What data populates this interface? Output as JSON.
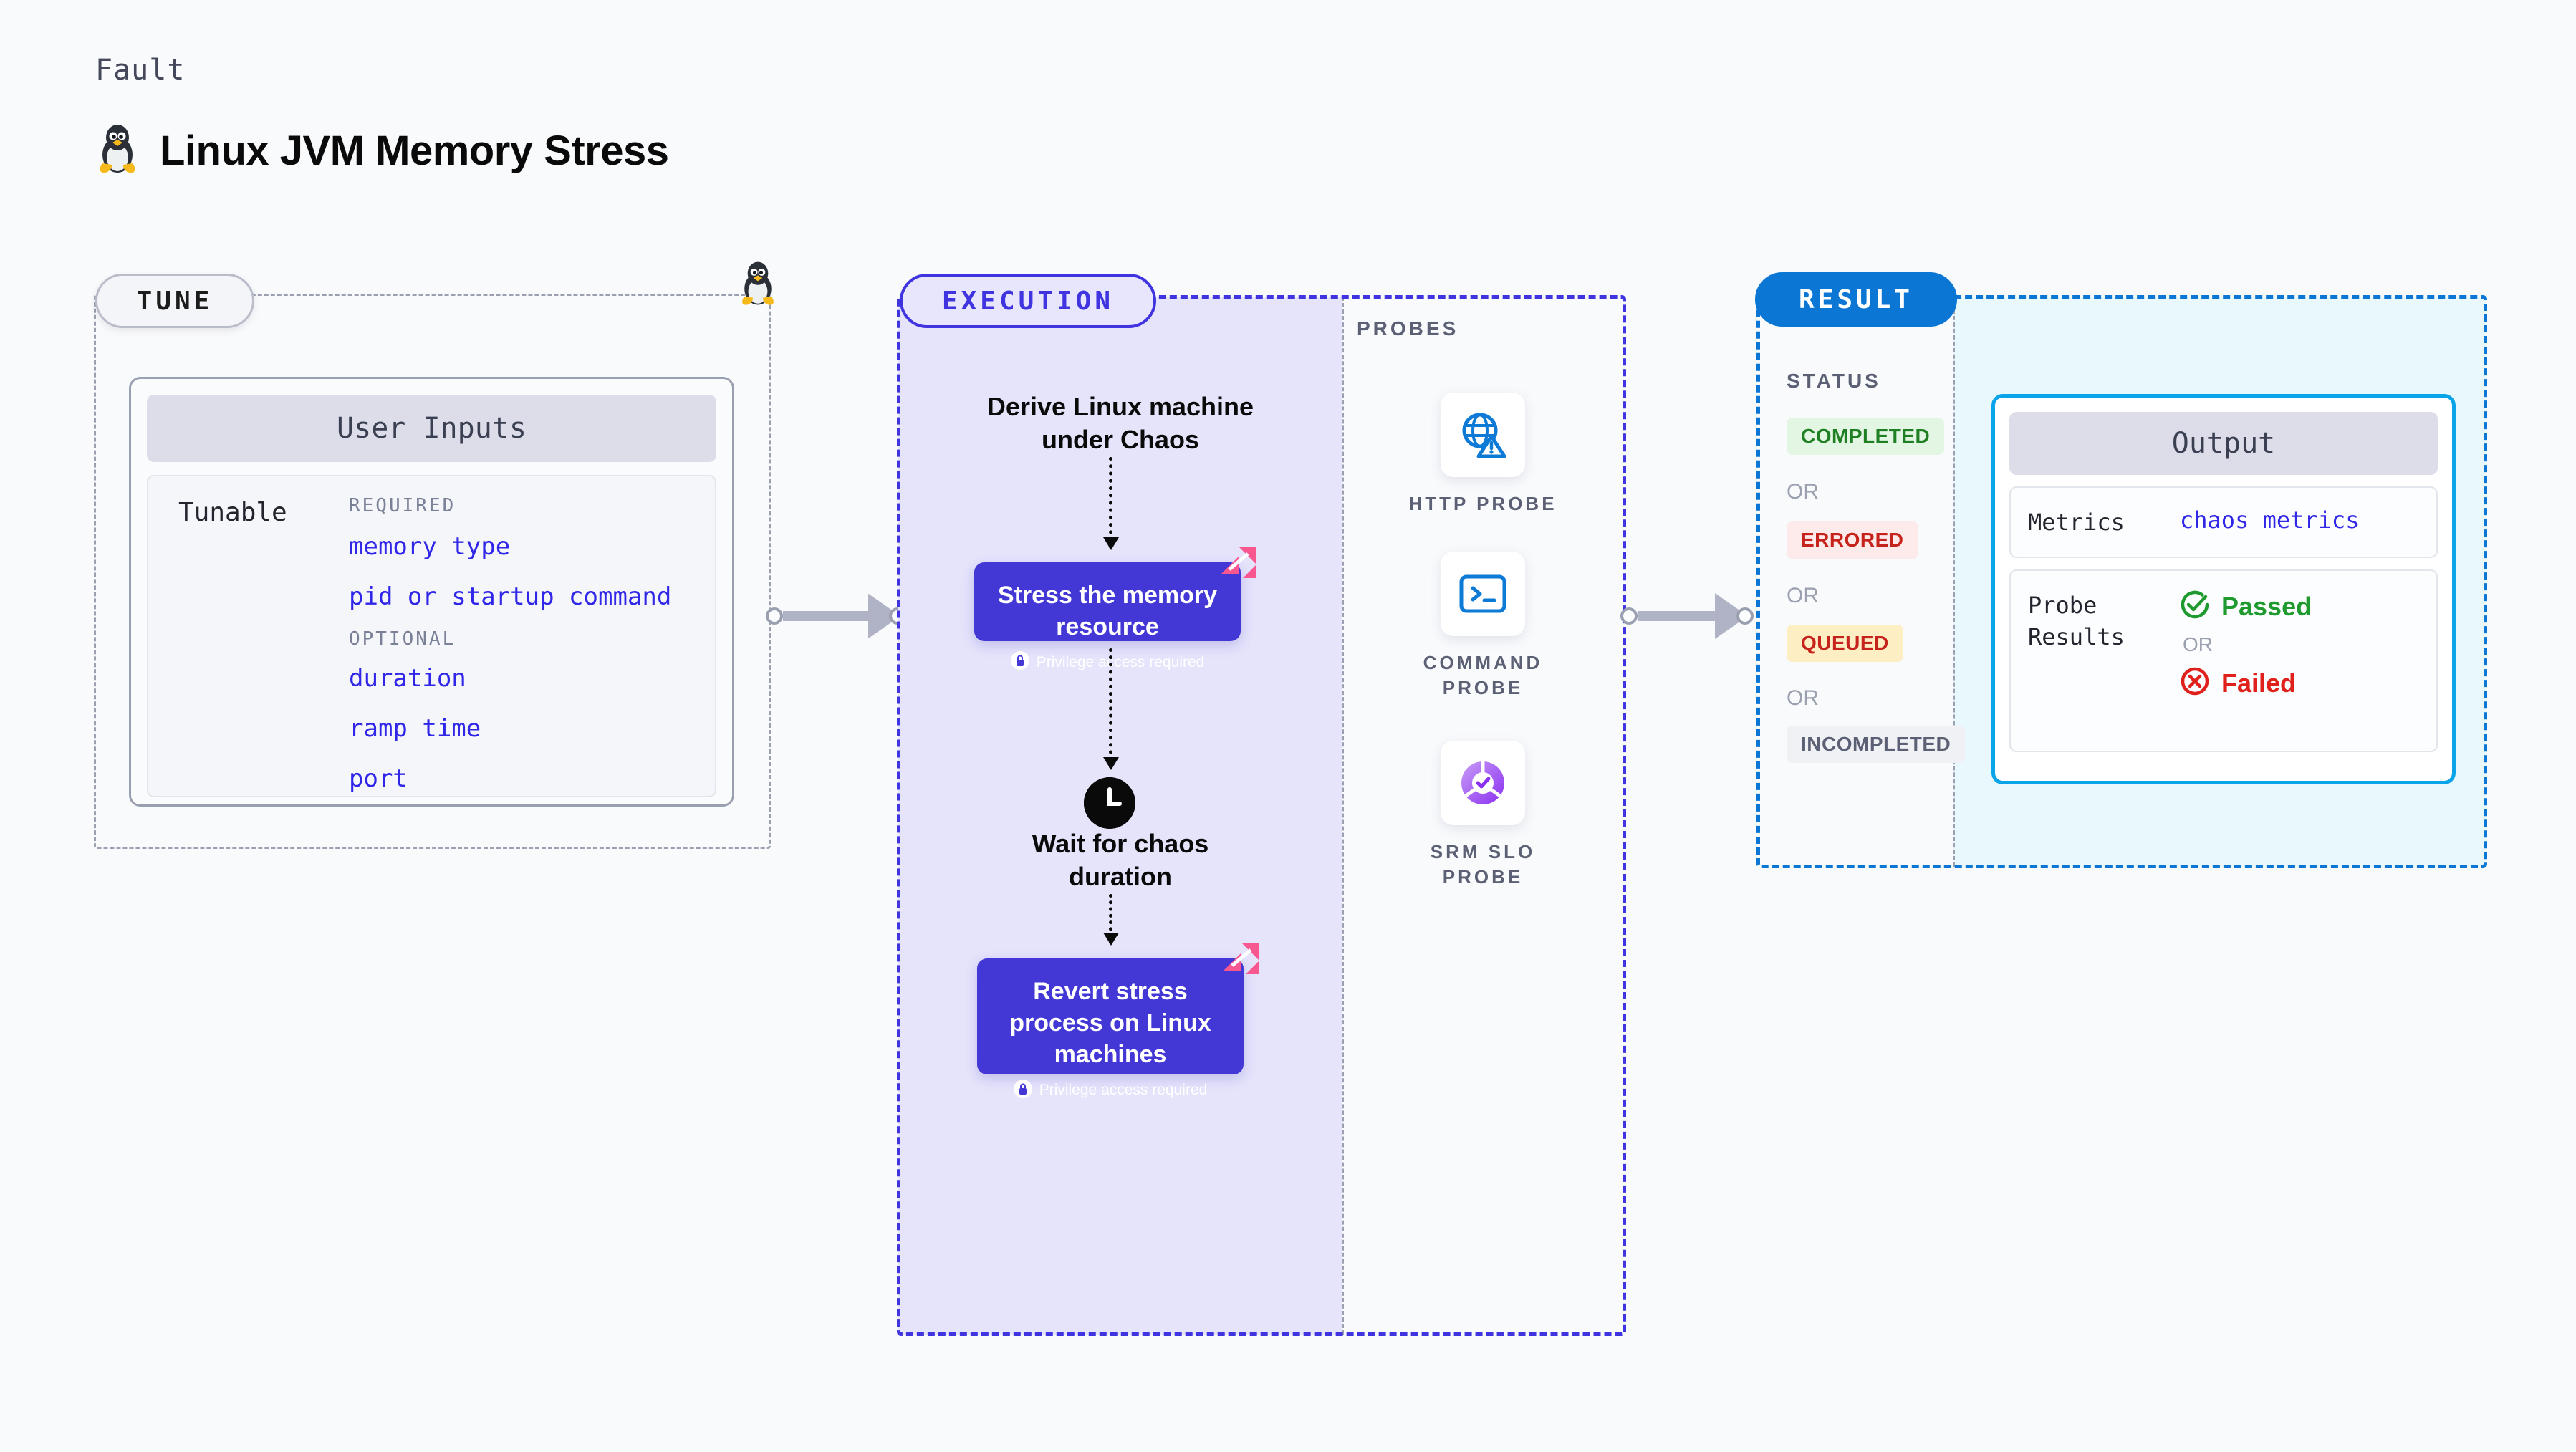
{
  "header": {
    "kicker": "Fault",
    "title": "Linux JVM Memory Stress",
    "icon": "linux-penguin-icon"
  },
  "tune": {
    "chip": "TUNE",
    "card_title": "User Inputs",
    "tunable_label": "Tunable",
    "groups": [
      {
        "label": "REQUIRED",
        "items": [
          "memory type",
          "pid or startup command"
        ]
      },
      {
        "label": "OPTIONAL",
        "items": [
          "duration",
          "ramp time",
          "port"
        ]
      }
    ]
  },
  "execution": {
    "chip": "EXECUTION",
    "steps": {
      "derive": "Derive Linux machine under Chaos",
      "stress": "Stress the memory resource",
      "wait": "Wait for chaos duration",
      "revert": "Revert stress process on Linux machines"
    },
    "privilege_note": "Privilege access required"
  },
  "probes": {
    "title": "PROBES",
    "items": [
      {
        "label": "HTTP PROBE",
        "icon": "globe-warning-icon"
      },
      {
        "label": "COMMAND PROBE",
        "icon": "terminal-icon"
      },
      {
        "label": "SRM SLO PROBE",
        "icon": "slo-donut-check-icon"
      }
    ]
  },
  "result": {
    "chip": "RESULT",
    "status_title": "STATUS",
    "or": "OR",
    "statuses": [
      {
        "label": "COMPLETED",
        "bg": "#e3f5e3",
        "fg": "#1f8023"
      },
      {
        "label": "ERRORED",
        "bg": "#fdeaea",
        "fg": "#c7231d"
      },
      {
        "label": "QUEUED",
        "bg": "#fdeec4",
        "fg": "#c7231d"
      },
      {
        "label": "INCOMPLETED",
        "bg": "#f0f1f5",
        "fg": "#5b6075"
      }
    ],
    "output": {
      "title": "Output",
      "metrics_key": "Metrics",
      "metrics_value": "chaos metrics",
      "probe_results_key": "Probe Results",
      "passed": "Passed",
      "failed": "Failed",
      "or": "OR"
    }
  },
  "colors": {
    "execution_accent": "#3f34e0",
    "result_accent": "#0b76d4",
    "output_accent": "#0aa5e8",
    "node_fill": "#4338d6",
    "litmus_pink": "#f9578f",
    "tunable_link": "#3026e8"
  }
}
